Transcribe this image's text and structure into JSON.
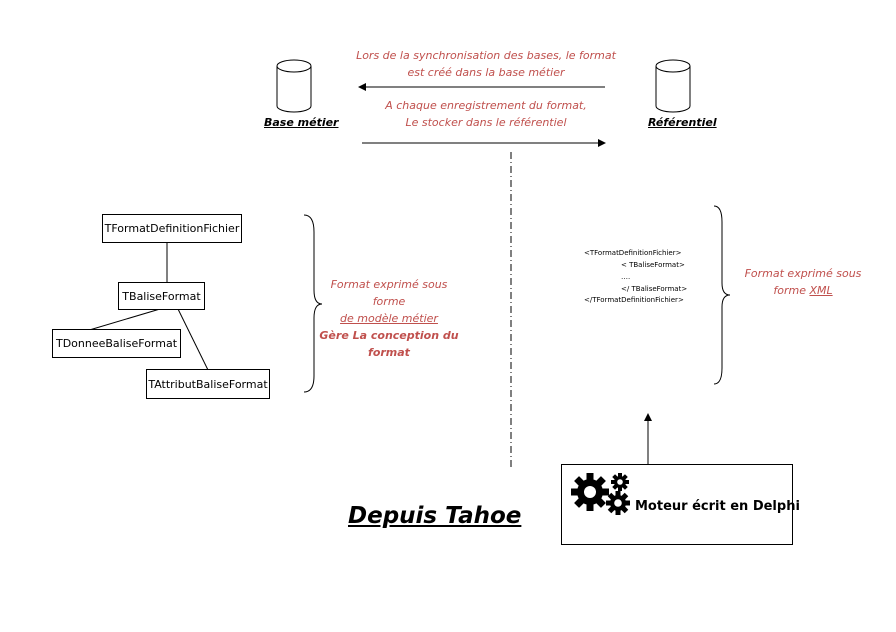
{
  "databases": {
    "left_label": "Base métier",
    "right_label": "Référentiel"
  },
  "arrows": {
    "top_text_line1": "Lors de la synchronisation des bases, le format",
    "top_text_line2": "est créé dans la base métier",
    "bottom_text_line1": "A chaque enregistrement du format,",
    "bottom_text_line2": "Le stocker dans le référentiel"
  },
  "class_tree": {
    "root": "TFormatDefinitionFichier",
    "middle": "TBaliseFormat",
    "left_child": "TDonneeBaliseFormat",
    "right_child": "TAttributBaliseFormat"
  },
  "left_annotation": {
    "line1": "Format exprimé sous forme",
    "line2": "de modèle métier",
    "line3": "Gère La conception du",
    "line4": "format"
  },
  "xml_snippet": {
    "line1": "<TFormatDefinitionFichier>",
    "line2": "< TBaliseFormat>",
    "line3": "….",
    "line4": "</ TBaliseFormat>",
    "line5": "</TFormatDefinitionFichier>"
  },
  "right_annotation": {
    "line1": "Format exprimé sous",
    "line2_prefix": "forme ",
    "line2_link": "XML"
  },
  "engine": {
    "label": "Moteur écrit en Delphi",
    "icon": "gears-icon"
  },
  "title": "Depuis Tahoe",
  "colors": {
    "annotation": "#c0504d",
    "lines": "#000000"
  }
}
